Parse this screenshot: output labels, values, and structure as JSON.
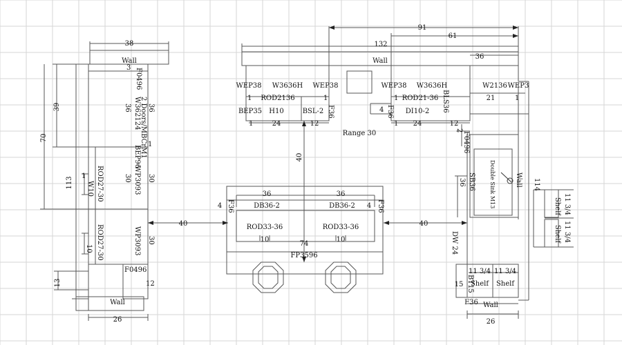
{
  "labels": {
    "d38": "38",
    "d91": "91",
    "d61": "61",
    "d132": "132",
    "d36_top": "36",
    "wall_left": "Wall",
    "wall_main": "Wall",
    "wall_right": "Wall",
    "wall_bottom_left": "Wall",
    "wall_bottom_right": "Wall",
    "d3": "3",
    "f0496_top": "F0496",
    "d39": "39",
    "d70": "70",
    "d113": "113",
    "d114": "114",
    "w362124": "W362124",
    "doors": "2 Doors/MBCrM1",
    "d36_left": "36",
    "d36_left2": "36",
    "bep96": "BEP96",
    "d1_left": "1",
    "w10": "W10",
    "d1_w10": "1",
    "rod27_1": "ROD27-30",
    "rod27_2": "ROD27-30",
    "wp3": "WP3093",
    "d30_a": "30",
    "d30_b": "30",
    "d30_c": "30",
    "d10_left": "10",
    "f0496_bot": "F0496",
    "d13": "13",
    "d12_left": "12",
    "d26_left": "26",
    "wep38_1": "WEP38",
    "w3636h_1": "W3636H",
    "wep38_2": "WEP38",
    "wep38_3": "WEP38",
    "w3636h_2": "W3636H",
    "w2136": "W2136",
    "wep3r": "WEP3",
    "rod2136": "ROD2136",
    "rod21_36": "ROD21-36",
    "bls36": "BLS36",
    "bep35": "BEP35",
    "h10": "H10",
    "bsl": "BSL-2",
    "f36_a": "F36",
    "f36_b": "F36",
    "di10": "DI10-2",
    "d1_a": "1",
    "d1_b": "1",
    "d1_c": "1",
    "d1_d": "1",
    "d1_e": "1",
    "d1_f": "1",
    "d24_a": "24",
    "d24_b": "24",
    "d12_a": "12",
    "d12_b": "12",
    "d21": "21",
    "d4_top": "4",
    "d2": "2",
    "range": "Range 30",
    "d40_v": "40",
    "f0496_r": "F0496",
    "double_sink": "Double Sink M13",
    "sb36": "SB36",
    "d36_sb": "36",
    "dw24": "DW 24",
    "d40_left": "40",
    "d40_right": "40",
    "isl_36a": "36",
    "isl_36b": "36",
    "db36_a": "DB36-2",
    "db36_b": "DB36-2",
    "f36_il": "F36",
    "f36_ir": "F36",
    "d4_il": "4",
    "d4_ir": "4",
    "rod33_a": "ROD33-36",
    "rod33_b": "ROD33-36",
    "d10_a": "10",
    "d10_b": "10",
    "d74": "74",
    "fp3596": "FP3596",
    "shelf_1": "Shelf",
    "shelf_2": "Shelf",
    "shelf_3": "Shelf",
    "shelf_4": "Shelf",
    "d1134_a": "11 3/4",
    "d1134_b": "11 3/4",
    "d1134_c": "11 3/4",
    "d1134_d": "11 3/4",
    "bt15": "BT15",
    "d15": "15",
    "f36_br": "F36",
    "d26_right": "26"
  }
}
